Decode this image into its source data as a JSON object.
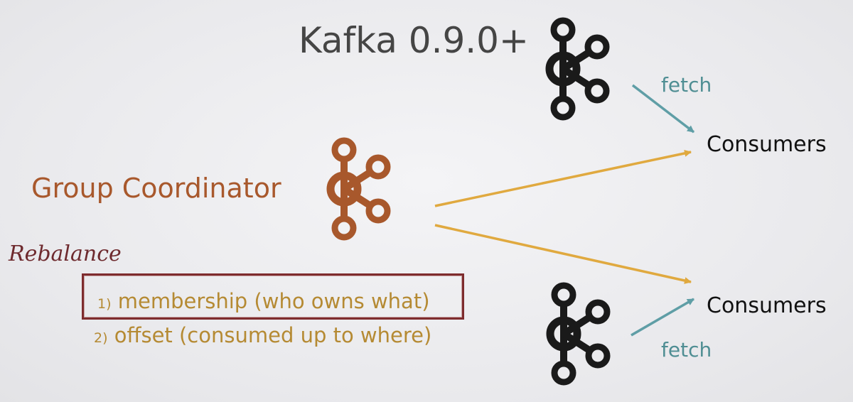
{
  "title": "Kafka 0.9.0+",
  "coordinator": {
    "label": "Group Coordinator"
  },
  "rebalance": {
    "label": "Rebalance",
    "items": [
      {
        "number": "1)",
        "text": "membership (who owns what)"
      },
      {
        "number": "2)",
        "text": "offset (consumed up to where)"
      }
    ]
  },
  "consumers": [
    {
      "label": "Consumers",
      "fetch_label": "fetch"
    },
    {
      "label": "Consumers",
      "fetch_label": "fetch"
    }
  ],
  "colors": {
    "coordinator": "#a8582c",
    "broker": "#1a1a1a",
    "coordinator_arrows": "#e0a93f",
    "fetch_arrows": "#5f9ea6",
    "rebalance": "#6e2a2e",
    "items": "#b58a33"
  },
  "icons": [
    "kafka-logo-icon",
    "kafka-logo-icon",
    "kafka-logo-icon"
  ]
}
